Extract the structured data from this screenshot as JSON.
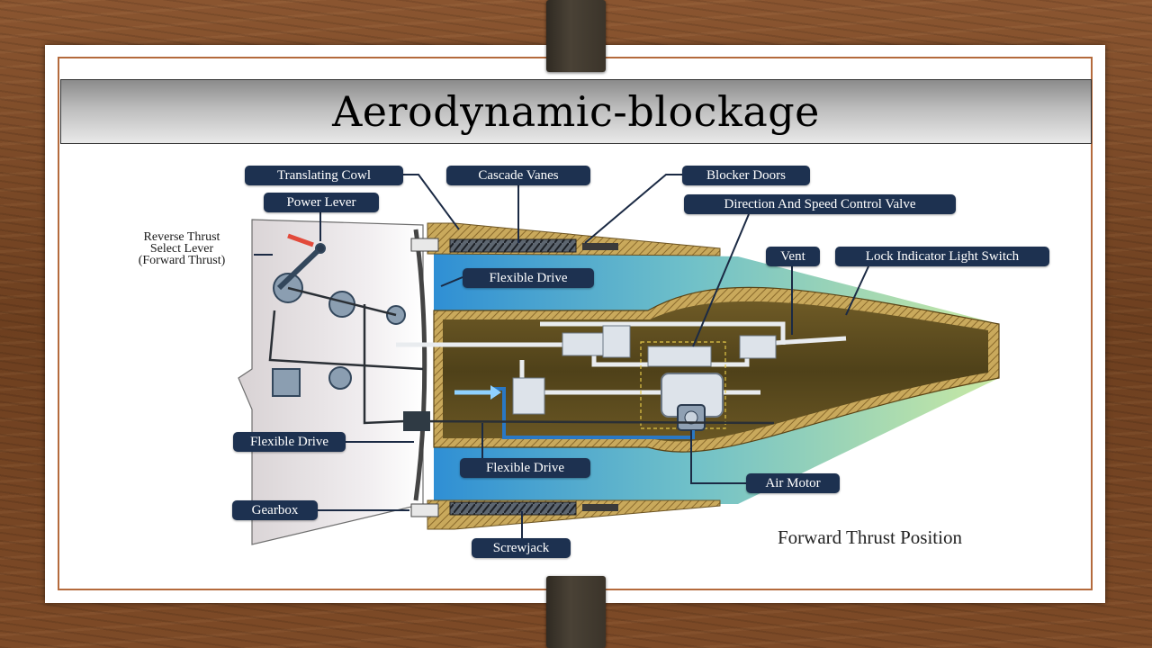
{
  "slide": {
    "title": "Aerodynamic-blockage"
  },
  "diagram": {
    "caption": "Forward Thrust Position",
    "reverse_lever_label": [
      "Reverse Thrust",
      "Select Lever",
      "(Forward Thrust)"
    ],
    "labels": {
      "translating_cowl": "Translating Cowl",
      "power_lever": "Power Lever",
      "cascade_vanes": "Cascade Vanes",
      "blocker_doors": "Blocker Doors",
      "direction_speed_valve": "Direction And Speed Control Valve",
      "vent": "Vent",
      "lock_indicator": "Lock Indicator Light Switch",
      "flexible_drive_upper": "Flexible Drive",
      "flexible_drive_left": "Flexible Drive",
      "flexible_drive_lower": "Flexible Drive",
      "air_motor": "Air Motor",
      "gearbox": "Gearbox",
      "screwjack": "Screwjack"
    },
    "colors": {
      "label_bg": "#1d3150",
      "label_text": "#ffffff",
      "cowl_hatch": "#a88a45",
      "core": "#5b4a22",
      "flow_blue": "#2f8fd4",
      "flow_green": "#a6d86b",
      "border_accent": "#b46a3c"
    }
  }
}
